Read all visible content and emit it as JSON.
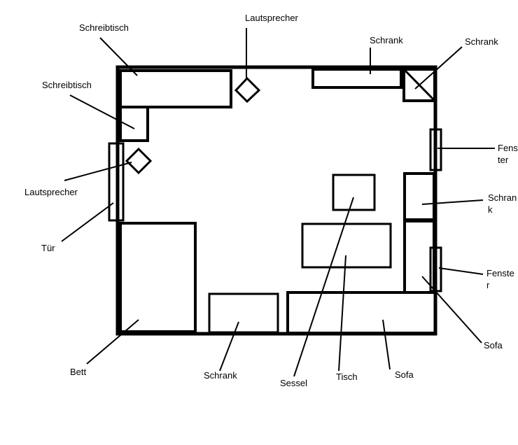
{
  "diagram": {
    "labels": {
      "schreibtisch_top": "Schreibtisch",
      "lautsprecher_top": "Lautsprecher",
      "schrank_top": "Schrank",
      "schrank_corner": "Schrank",
      "schreibtisch_left": "Schreibtisch",
      "fenster_top_1": "Fens",
      "fenster_top_2": "ter",
      "lautsprecher_left": "Lautsprecher",
      "schrank_right_1": "Schran",
      "schrank_right_2": "k",
      "tuer": "Tür",
      "fenster_bottom_1": "Fenste",
      "fenster_bottom_2": "r",
      "sofa_right": "Sofa",
      "bett": "Bett",
      "schrank_bottom": "Schrank",
      "sessel": "Sessel",
      "tisch": "Tisch",
      "sofa_bottom": "Sofa"
    }
  }
}
